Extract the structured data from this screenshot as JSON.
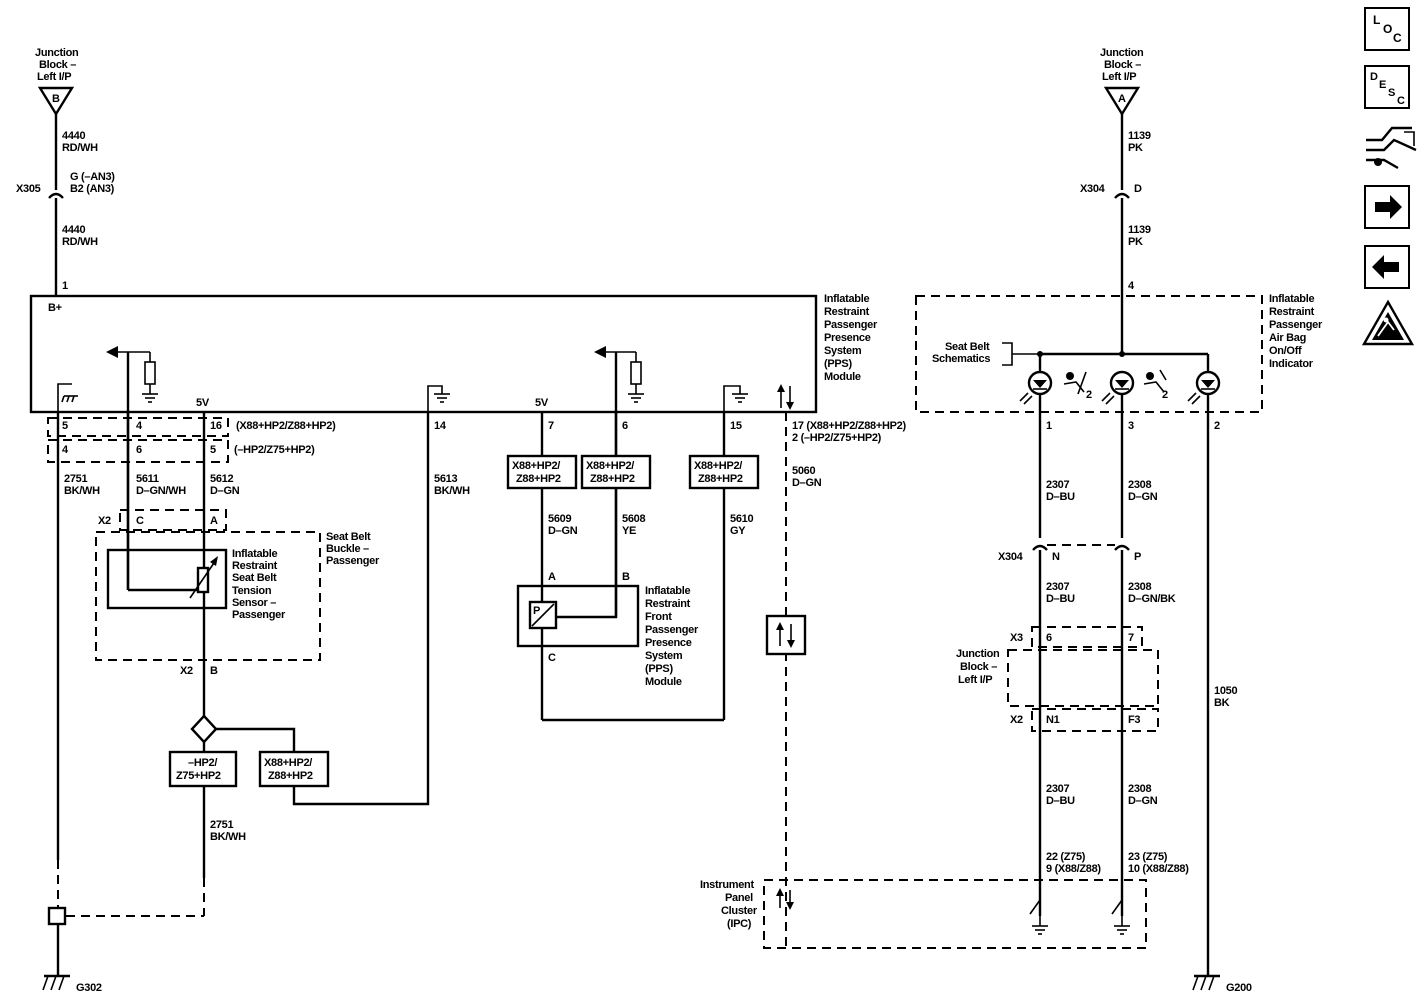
{
  "junction_b": {
    "title": [
      "Junction",
      "Block –",
      "Left I/P"
    ],
    "pin": "B"
  },
  "junction_a": {
    "title": [
      "Junction",
      "Block –",
      "Left I/P"
    ],
    "pin": "A"
  },
  "left_feed": {
    "wire_top": [
      "4440",
      "RD/WH"
    ],
    "conn": "X305",
    "conn_pins": [
      "G (–AN3)",
      "B2 (AN3)"
    ],
    "wire_bottom": [
      "4440",
      "RD/WH"
    ],
    "pin": "1"
  },
  "right_feed": {
    "wire_top": [
      "1139",
      "PK"
    ],
    "conn": "X304",
    "conn_pin": "D",
    "wire_bottom": [
      "1139",
      "PK"
    ],
    "pin": "4"
  },
  "pps_module": {
    "title": [
      "Inflatable",
      "Restraint",
      "Passenger",
      "Presence",
      "System",
      "(PPS)",
      "Module"
    ],
    "bplus": "B+",
    "five_v_left": "5V",
    "five_v_right": "5V",
    "pins_row1": [
      "5",
      "4",
      "16",
      "(X88+HP2/Z88+HP2)"
    ],
    "pins_row2": [
      "4",
      "6",
      "5",
      "(–HP2/Z75+HP2)"
    ],
    "pin_14": "14",
    "pin_7": "7",
    "pin_6": "6",
    "pin_15": "15",
    "pin_17": "17 (X88+HP2/Z88+HP2)",
    "pin_2": "2  (–HP2/Z75+HP2)"
  },
  "wires": {
    "w2751": [
      "2751",
      "BK/WH"
    ],
    "w5611": [
      "5611",
      "D–GN/WH"
    ],
    "w5612": [
      "5612",
      "D–GN"
    ],
    "w5613": [
      "5613",
      "BK/WH"
    ],
    "w5060": [
      "5060",
      "D–GN"
    ],
    "w5609": [
      "5609",
      "D–GN"
    ],
    "w5608": [
      "5608",
      "YE"
    ],
    "w5610": [
      "5610",
      "GY"
    ],
    "w2751b": [
      "2751",
      "BK/WH"
    ]
  },
  "option_boxes": {
    "x88_a": [
      "X88+HP2/",
      "Z88+HP2"
    ],
    "x88_b": [
      "X88+HP2/",
      "Z88+HP2"
    ],
    "x88_c": [
      "X88+HP2/",
      "Z88+HP2"
    ],
    "hp2": [
      "–HP2/",
      "Z75+HP2"
    ],
    "x88_d": [
      "X88+HP2/",
      "Z88+HP2"
    ]
  },
  "seat_belt_buckle": {
    "title": [
      "Seat Belt",
      "Buckle –",
      "Passenger"
    ],
    "conn": "X2",
    "pin_c": "C",
    "pin_a": "A",
    "conn_b": "X2",
    "pin_b": "B",
    "sensor": [
      "Inflatable",
      "Restraint",
      "Seat Belt",
      "Tension",
      "Sensor –",
      "Passenger"
    ]
  },
  "front_sensor": {
    "title": [
      "Inflatable",
      "Restraint",
      "Front",
      "Passenger",
      "Presence",
      "System",
      "(PPS)",
      "Module"
    ],
    "pin_a": "A",
    "pin_b": "B",
    "pin_c": "C",
    "symbol": "P"
  },
  "indicator": {
    "title": [
      "Inflatable",
      "Restraint",
      "Passenger",
      "Air Bag",
      "On/Off",
      "Indicator"
    ],
    "seat_belt_ref": [
      "Seat Belt",
      "Schematics"
    ],
    "pin_1": "1",
    "pin_3": "3",
    "pin_2": "2",
    "sub": "2"
  },
  "right_wires": {
    "w2307a": [
      "2307",
      "D–BU"
    ],
    "w2308a": [
      "2308",
      "D–GN"
    ],
    "conn_x304": "X304",
    "pin_n": "N",
    "pin_p": "P",
    "w2307b": [
      "2307",
      "D–BU"
    ],
    "w2308b": [
      "2308",
      "D–GN/BK"
    ],
    "x3": "X3",
    "pin_6": "6",
    "pin_7": "7",
    "junction": [
      "Junction",
      "Block –",
      "Left I/P"
    ],
    "x2": "X2",
    "pin_n1": "N1",
    "pin_f3": "F3",
    "w2307c": [
      "2307",
      "D–BU"
    ],
    "w2308c": [
      "2308",
      "D–GN"
    ],
    "w1050": [
      "1050",
      "BK"
    ],
    "ipc_pin_22": "22 (Z75)",
    "ipc_pin_9": "9 (X88/Z88)",
    "ipc_pin_23": "23 (Z75)",
    "ipc_pin_10": "10 (X88/Z88)"
  },
  "ipc": {
    "title": [
      "Instrument",
      "Panel",
      "Cluster",
      "(IPC)"
    ]
  },
  "grounds": {
    "g302": "G302",
    "g200": "G200"
  },
  "nav": {
    "loc": [
      "L",
      "O",
      "C"
    ],
    "desc": [
      "D",
      "E",
      "S",
      "C"
    ],
    "icons": [
      "harness-icon",
      "arrow-right-icon",
      "arrow-left-icon",
      "esd-warning-icon"
    ]
  }
}
